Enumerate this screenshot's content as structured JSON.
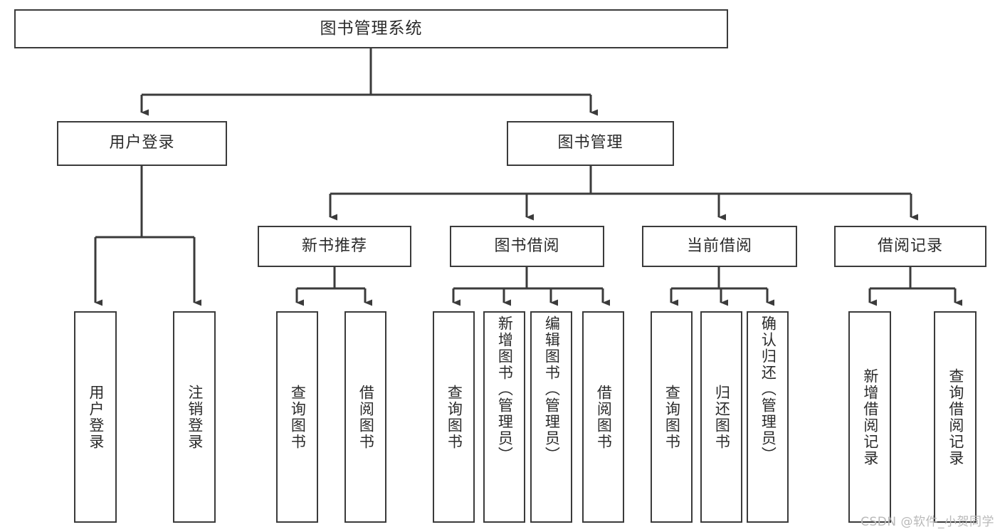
{
  "diagram": {
    "type": "tree-hierarchy",
    "title": "图书管理系统",
    "root": {
      "label": "图书管理系统",
      "children": [
        {
          "label": "用户登录",
          "children": [
            {
              "label": "用户登录"
            },
            {
              "label": "注销登录"
            }
          ]
        },
        {
          "label": "图书管理",
          "children": [
            {
              "label": "新书推荐",
              "children": [
                {
                  "label": "查询图书"
                },
                {
                  "label": "借阅图书"
                }
              ]
            },
            {
              "label": "图书借阅",
              "children": [
                {
                  "label": "查询图书"
                },
                {
                  "label": "新增图书（管理员）"
                },
                {
                  "label": "编辑图书（管理员）"
                },
                {
                  "label": "借阅图书"
                }
              ]
            },
            {
              "label": "当前借阅",
              "children": [
                {
                  "label": "查询图书"
                },
                {
                  "label": "归还图书"
                },
                {
                  "label": "确认归还（管理员）"
                }
              ]
            },
            {
              "label": "借阅记录",
              "children": [
                {
                  "label": "新增借阅记录"
                },
                {
                  "label": "查询借阅记录"
                }
              ]
            }
          ]
        }
      ]
    }
  },
  "nodes": {
    "root": "图书管理系统",
    "l1": {
      "user_login": "用户登录",
      "book_manage": "图书管理"
    },
    "l2": {
      "new_book_rec": "新书推荐",
      "book_borrow": "图书借阅",
      "current_borrow": "当前借阅",
      "borrow_record": "借阅记录"
    },
    "leaves": {
      "user_login": "用户登录",
      "logout": "注销登录",
      "rec_query_book": "查询图书",
      "rec_borrow_book": "借阅图书",
      "borrow_query_book": "查询图书",
      "borrow_add_book": "新增图书（管理员）",
      "borrow_edit_book": "编辑图书（管理员）",
      "borrow_borrow_book": "借阅图书",
      "cur_query_book": "查询图书",
      "cur_return_book": "归还图书",
      "cur_confirm_return": "确认归还（管理员）",
      "rec_add_record": "新增借阅记录",
      "rec_query_record": "查询借阅记录"
    }
  },
  "watermark": {
    "text": "CSDN @软件_小贺同学"
  },
  "colors": {
    "stroke": "#3b3b3b",
    "text": "#2b2b2b",
    "background": "#ffffff",
    "watermark": "#b9b9b9"
  }
}
